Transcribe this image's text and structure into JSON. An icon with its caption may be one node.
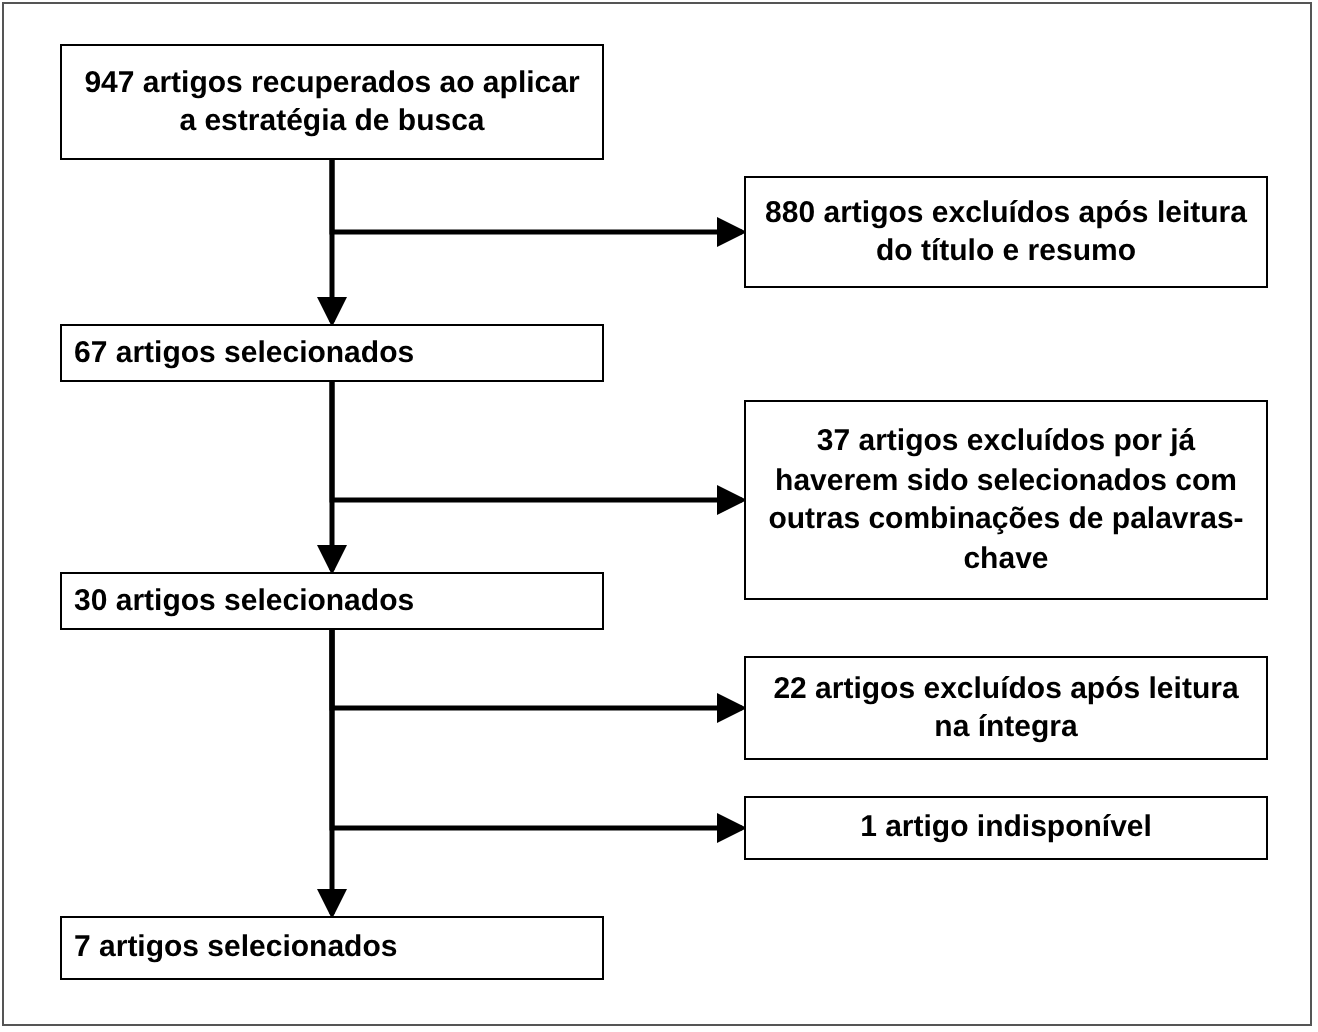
{
  "diagram": {
    "nodes": [
      {
        "text": [
          "947 artigos recuperados ao aplicar a estratégia de busca"
        ]
      },
      {
        "text": [
          "880 artigos excluídos após leitura do título e resumo"
        ]
      },
      {
        "text": [
          "67 artigos selecionados"
        ]
      },
      {
        "text": [
          "37 artigos excluídos por já haverem sido selecionados com outras combinações de palavras-chave"
        ]
      },
      {
        "text": [
          "30 artigos selecionados"
        ]
      },
      {
        "text": [
          "22 artigos excluídos após leitura na íntegra"
        ]
      },
      {
        "text": [
          "1 artigo indisponível"
        ]
      },
      {
        "text": [
          "7 artigos selecionados"
        ]
      }
    ],
    "edges": [
      {
        "from": 0,
        "to": 2,
        "arrow": "to"
      },
      {
        "from": 0,
        "to": 1,
        "arrow": "to"
      },
      {
        "from": 2,
        "to": 4,
        "arrow": "to"
      },
      {
        "from": 2,
        "to": 3,
        "arrow": "to"
      },
      {
        "from": 4,
        "to": 7,
        "arrow": "to"
      },
      {
        "from": 4,
        "to": 5,
        "arrow": "to"
      },
      {
        "from": 4,
        "to": 6,
        "arrow": "to"
      }
    ]
  }
}
